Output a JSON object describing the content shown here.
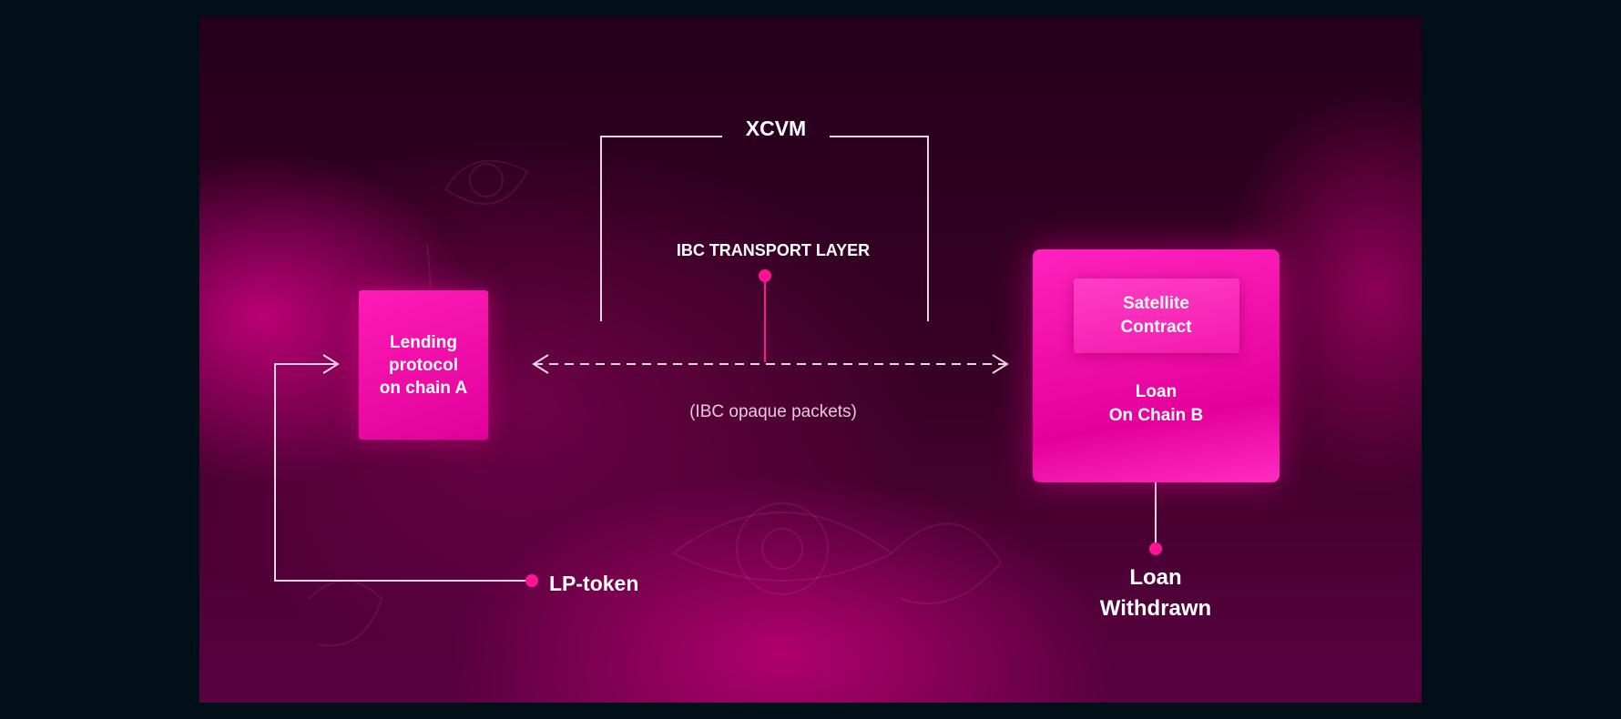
{
  "diagram": {
    "xcvm_label": "XCVM",
    "transport_label": "IBC TRANSPORT LAYER",
    "packets_label": "(IBC opaque packets)",
    "lending_box": {
      "line1": "Lending",
      "line2": "protocol",
      "line3": "on chain A"
    },
    "satellite_box": {
      "line1": "Satellite",
      "line2": "Contract"
    },
    "loan_box": {
      "line1": "Loan",
      "line2": "On Chain B"
    },
    "lp_token_label": "LP-token",
    "withdrawn_label": {
      "line1": "Loan",
      "line2": "Withdrawn"
    }
  },
  "colors": {
    "page_background": "#010f18",
    "accent_pink": "#ff1cb6",
    "dot_pink": "#ff1493",
    "line_color": "#e9d6e2"
  }
}
